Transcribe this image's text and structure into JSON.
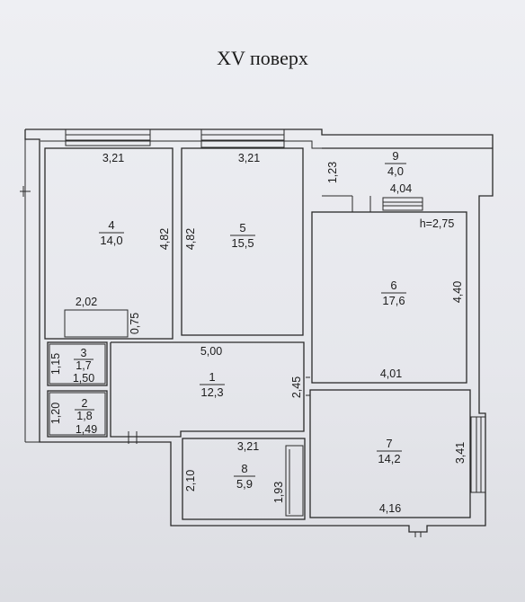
{
  "title": "XV поверх",
  "ceiling_height": "h=2,75",
  "rooms": [
    {
      "id": "4",
      "area": "14,0",
      "width": "3,21",
      "depth": "4,82",
      "extra_dim": "2,02",
      "extra_dim2": "0,75"
    },
    {
      "id": "5",
      "area": "15,5",
      "width": "3,21",
      "depth": "4,82"
    },
    {
      "id": "9",
      "area": "4,0",
      "width": "4,04",
      "depth": "1,23"
    },
    {
      "id": "6",
      "area": "17,6",
      "width": "4,01",
      "depth": "4,40"
    },
    {
      "id": "3",
      "area": "1,7",
      "width": "1,50",
      "depth": "1,15"
    },
    {
      "id": "2",
      "area": "1,8",
      "width": "1,49",
      "depth": "1,20"
    },
    {
      "id": "1",
      "area": "12,3",
      "width": "5,00",
      "depth": "2,45"
    },
    {
      "id": "8",
      "area": "5,9",
      "width": "3,21",
      "depth": "2,10",
      "extra_dim": "1,93"
    },
    {
      "id": "7",
      "area": "14,2",
      "width": "4,16",
      "depth": "3,41"
    }
  ]
}
